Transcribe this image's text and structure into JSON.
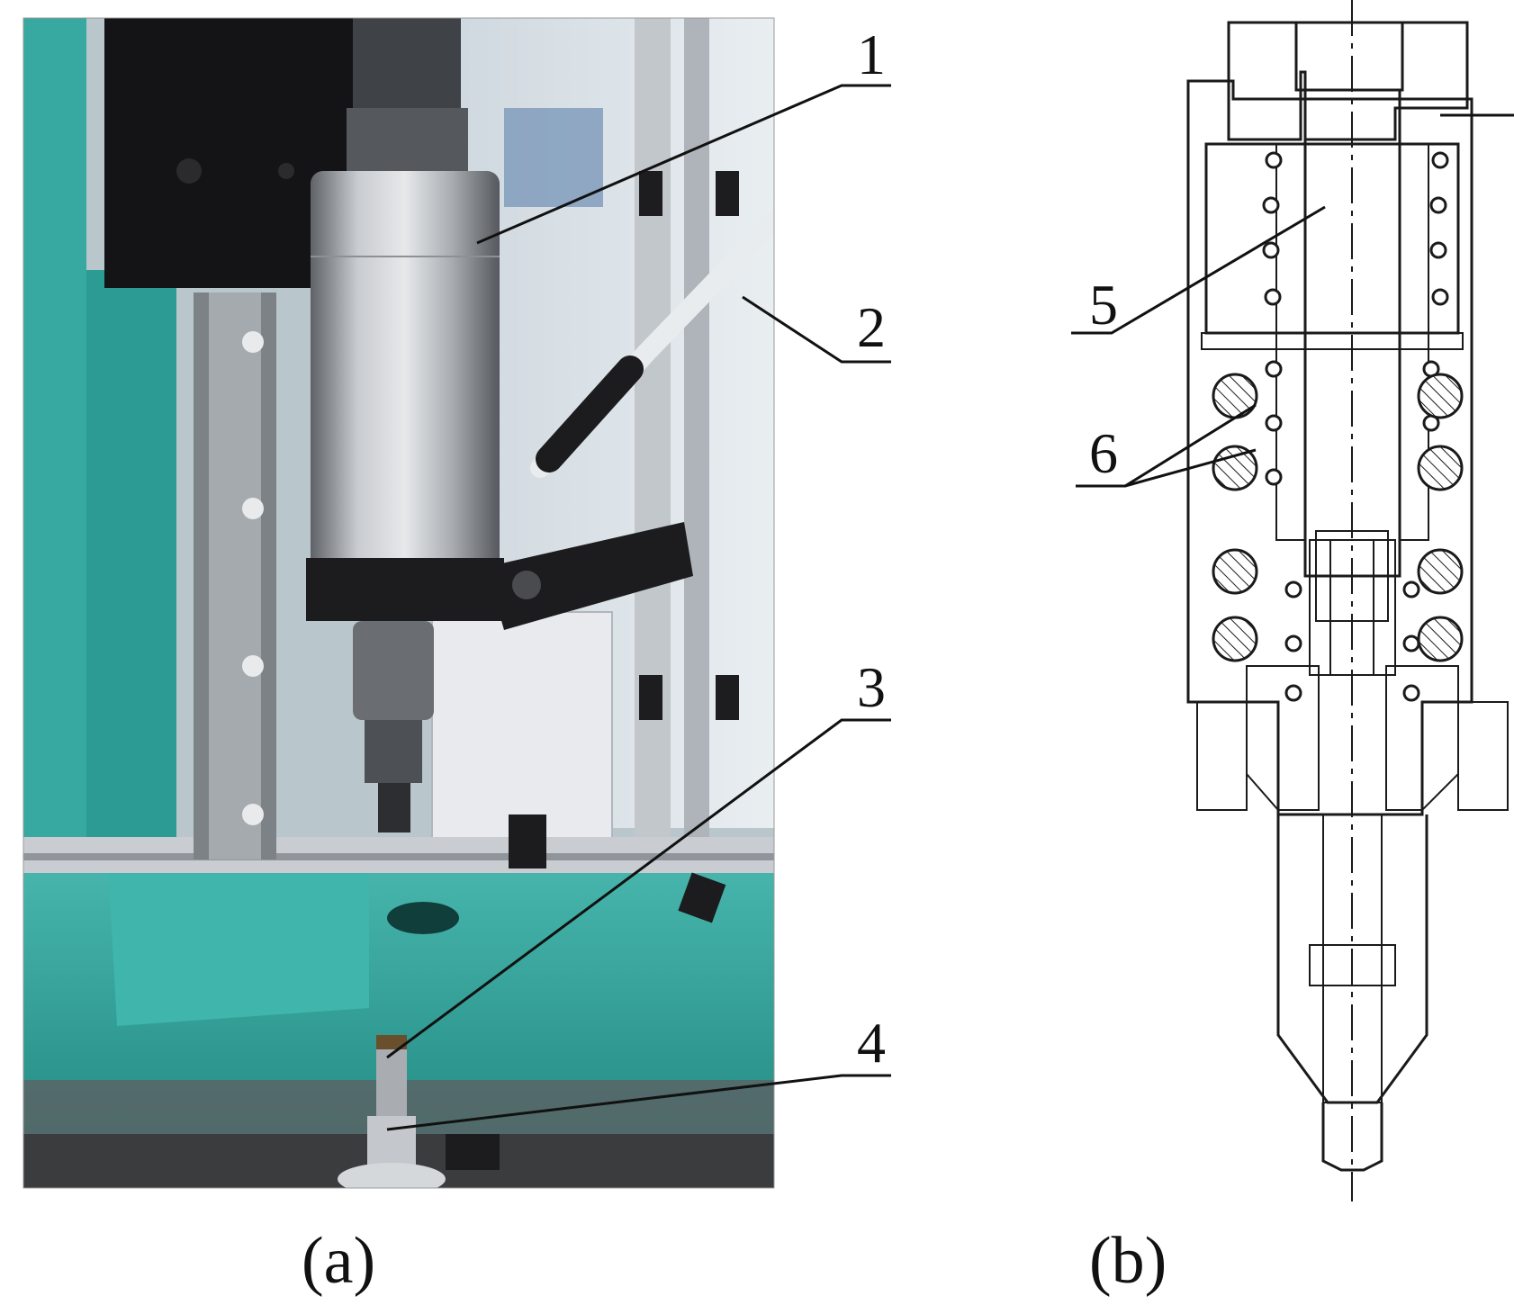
{
  "panel_a": {
    "caption": "(a)",
    "callouts": [
      "1",
      "2",
      "3",
      "4"
    ],
    "colors": {
      "frame": "#2ea39a",
      "frame_dark": "#1f7f78",
      "metal": "#9a9ea3",
      "dark": "#2a2a2c",
      "clamp": "#1c1c1e"
    }
  },
  "panel_b": {
    "caption": "(b)",
    "callouts": [
      "5",
      "6"
    ]
  }
}
